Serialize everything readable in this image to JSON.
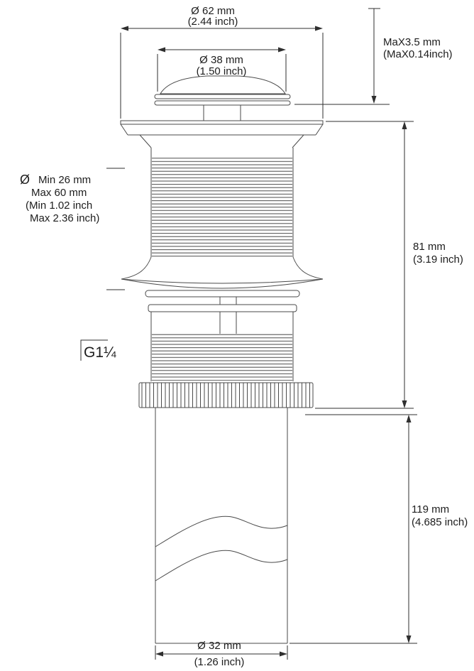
{
  "page": {
    "background": "#ffffff",
    "line_color": "#4a4a4a",
    "dimension_color": "#2f2f2f",
    "text_color": "#1d1d1d"
  },
  "labels": {
    "dim_top_diameter": {
      "value": "Ø 62 mm",
      "inch": "(2.44 inch)"
    },
    "dim_cap_diameter": {
      "value": "Ø 38 mm",
      "inch": "(1.50 inch)"
    },
    "dim_cap_height": {
      "value": "MaX3.5 mm",
      "inch": "(MaX0.14inch)"
    },
    "dim_deck_range": {
      "symbol": "Ø",
      "line1": "Min 26 mm",
      "line2": "Max 60 mm",
      "line3": "(Min 1.02 inch",
      "line4": "Max 2.36 inch)"
    },
    "thread_spec": {
      "value": "G1¼"
    },
    "dim_body_height": {
      "value": "81 mm",
      "inch": "(3.19 inch)"
    },
    "dim_tail_length": {
      "value": "119 mm",
      "inch": "(4.685 inch)"
    },
    "dim_bottom_diameter": {
      "value": "Ø 32 mm",
      "inch": "(1.26 inch)"
    }
  }
}
